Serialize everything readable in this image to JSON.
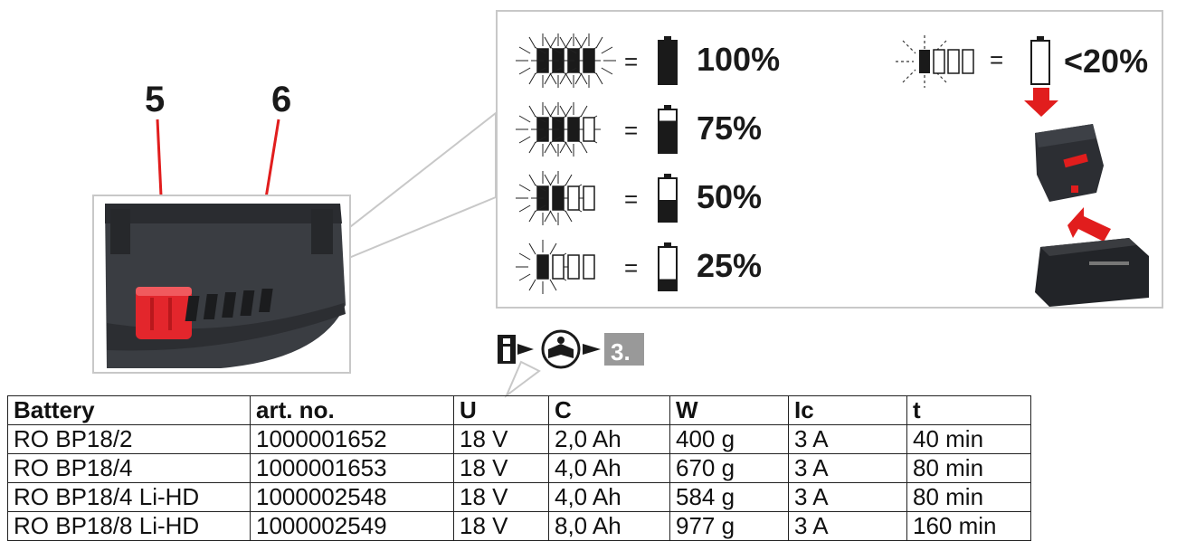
{
  "callouts": {
    "button_number": "5",
    "leds_number": "6"
  },
  "charge_levels": [
    {
      "label": "100%",
      "lit": 4,
      "fill": 1.0
    },
    {
      "label": "75%",
      "lit": 3,
      "fill": 0.75
    },
    {
      "label": "50%",
      "lit": 2,
      "fill": 0.5
    },
    {
      "label": "25%",
      "lit": 1,
      "fill": 0.25
    }
  ],
  "low_level": {
    "label": "<20%",
    "lit": 1,
    "blinking": true,
    "fill": 0.0
  },
  "equals_sign": "=",
  "reference": {
    "step": "3."
  },
  "colors": {
    "accent_red": "#e11d1d",
    "dark": "#1a1a1a",
    "badge_grey": "#999999",
    "frame_grey": "#c8c8c8"
  },
  "table": {
    "headers": [
      "Battery",
      "art. no.",
      "U",
      "C",
      "W",
      "Ic",
      "t"
    ],
    "rows": [
      [
        "RO BP18/2",
        "1000001652",
        "18 V",
        "2,0 Ah",
        "400 g",
        "3 A",
        "40 min"
      ],
      [
        "RO BP18/4",
        "1000001653",
        "18 V",
        "4,0 Ah",
        "670 g",
        "3 A",
        "80 min"
      ],
      [
        "RO BP18/4 Li-HD",
        "1000002548",
        "18 V",
        "4,0 Ah",
        "584 g",
        "3 A",
        "80 min"
      ],
      [
        "RO BP18/8 Li-HD",
        "1000002549",
        "18 V",
        "8,0 Ah",
        "977 g",
        "3 A",
        "160 min"
      ]
    ]
  }
}
